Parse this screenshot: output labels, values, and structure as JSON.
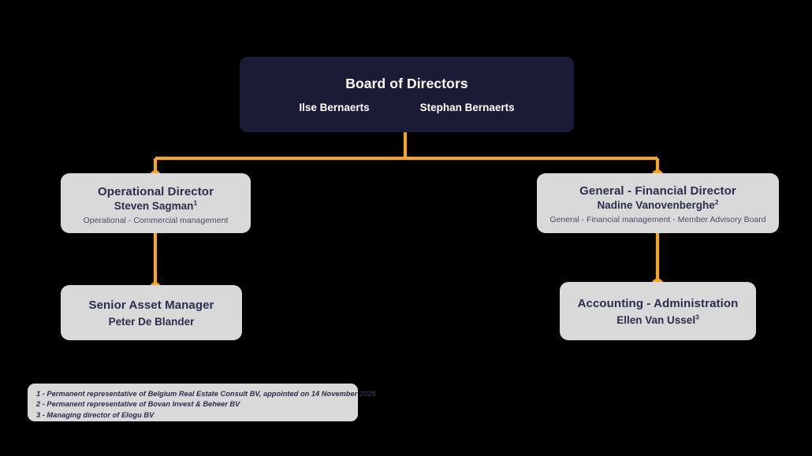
{
  "chart": {
    "type": "org-chart",
    "accent_color": "#F5A623",
    "board_box_color": "#1B1B35",
    "node_box_color": "#D9D9D9",
    "text_dark_color": "#2B2D4E",
    "background_color": "#000000"
  },
  "nodes": {
    "board": {
      "title": "Board of Directors",
      "people": [
        "Ilse Bernaerts",
        "Stephan Bernaerts"
      ]
    },
    "operational_director": {
      "title": "Operational Director",
      "person": "Steven Sagman",
      "footnote_ref": "1",
      "subtitle": "Operational - Commercial management"
    },
    "financial_director": {
      "title": "General - Financial Director",
      "person": "Nadine Vanovenberghe",
      "footnote_ref": "2",
      "subtitle": "General - Financial management - Member Advisory Board"
    },
    "senior_asset_manager": {
      "title": "Senior Asset Manager",
      "person": "Peter De Blander"
    },
    "accounting_administration": {
      "title": "Accounting - Administration",
      "person": "Ellen Van Ussel",
      "footnote_ref": "3"
    }
  },
  "footnotes": [
    "1 - Permanent representative of Belgium Real Estate Consult BV, appointed on 14 November 2025",
    "2 - Permanent representative of Bovan Invest & Beheer BV",
    "3 - Managing director of Elogu BV"
  ]
}
